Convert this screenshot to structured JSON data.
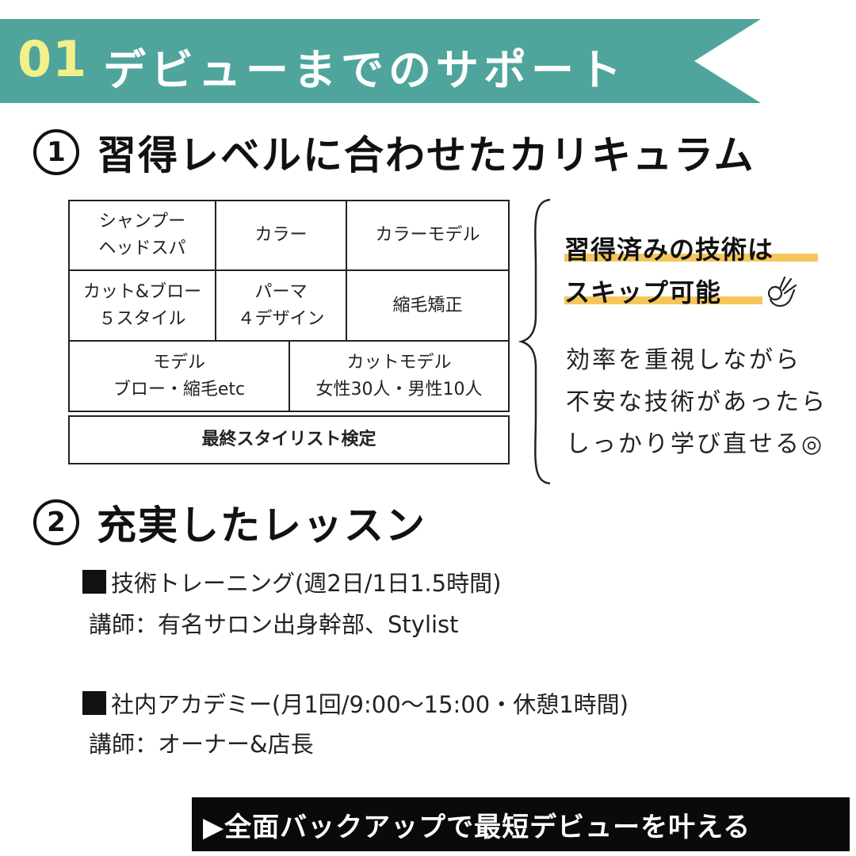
{
  "banner": {
    "number": "01",
    "title": "デビューまでのサポート",
    "color": "#4fa59c",
    "number_color": "#f3f08a"
  },
  "section1": {
    "num": "1",
    "title": "習得レベルに合わせたカリキュラム",
    "grid": {
      "row1": [
        "シャンプー\nヘッドスパ",
        "カラー",
        "カラーモデル"
      ],
      "row2": [
        "カット&ブロー\n５スタイル",
        "パーマ\n４デザイン",
        "縮毛矯正"
      ],
      "row3": [
        "モデル\nブロー・縮毛etc",
        "カットモデル\n女性30人・男性10人"
      ],
      "final": "最終スタイリスト検定"
    },
    "highlight": {
      "line1": "習得済みの技術は",
      "line2": "スキップ可能",
      "icon": "ok-hand-icon",
      "color": "#f6c65a"
    },
    "desc": [
      "効率を重視しながら",
      "不安な技術があったら",
      "しっかり学び直せる◎"
    ]
  },
  "section2": {
    "num": "2",
    "title": "充実したレッスン",
    "items": [
      {
        "title": "技術トレーニング(週2日/1日1.5時間)",
        "sub": "講師：有名サロン出身幹部、Stylist"
      },
      {
        "title": "社内アカデミー(月1回/9:00〜15:00・休憩1時間)",
        "sub": "講師：オーナー&店長"
      }
    ]
  },
  "footer": {
    "text": "▶全面バックアップで最短デビューを叶える"
  }
}
